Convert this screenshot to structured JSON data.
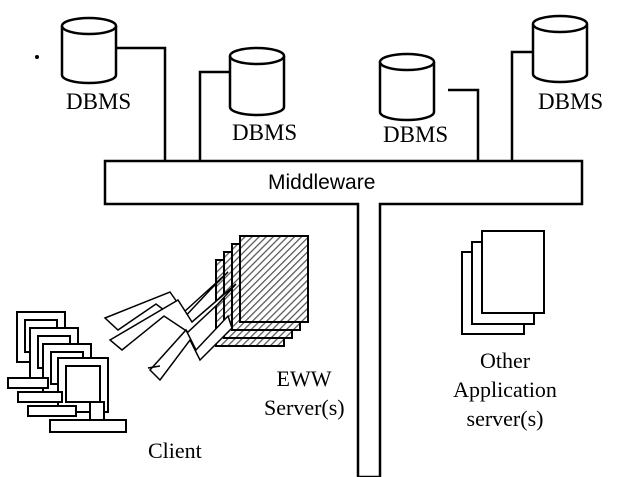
{
  "diagram": {
    "dbms_labels": [
      "DBMS",
      "DBMS",
      "DBMS",
      "DBMS"
    ],
    "middleware_label": "Middleware",
    "eww_label_line1": "EWW",
    "eww_label_line2": "Server(s)",
    "other_label_line1": "Other",
    "other_label_line2": "Application",
    "other_label_line3": "server(s)",
    "client_label": "Client"
  },
  "colors": {
    "stroke": "#000000",
    "fill": "#ffffff",
    "hatch": "#555555"
  }
}
